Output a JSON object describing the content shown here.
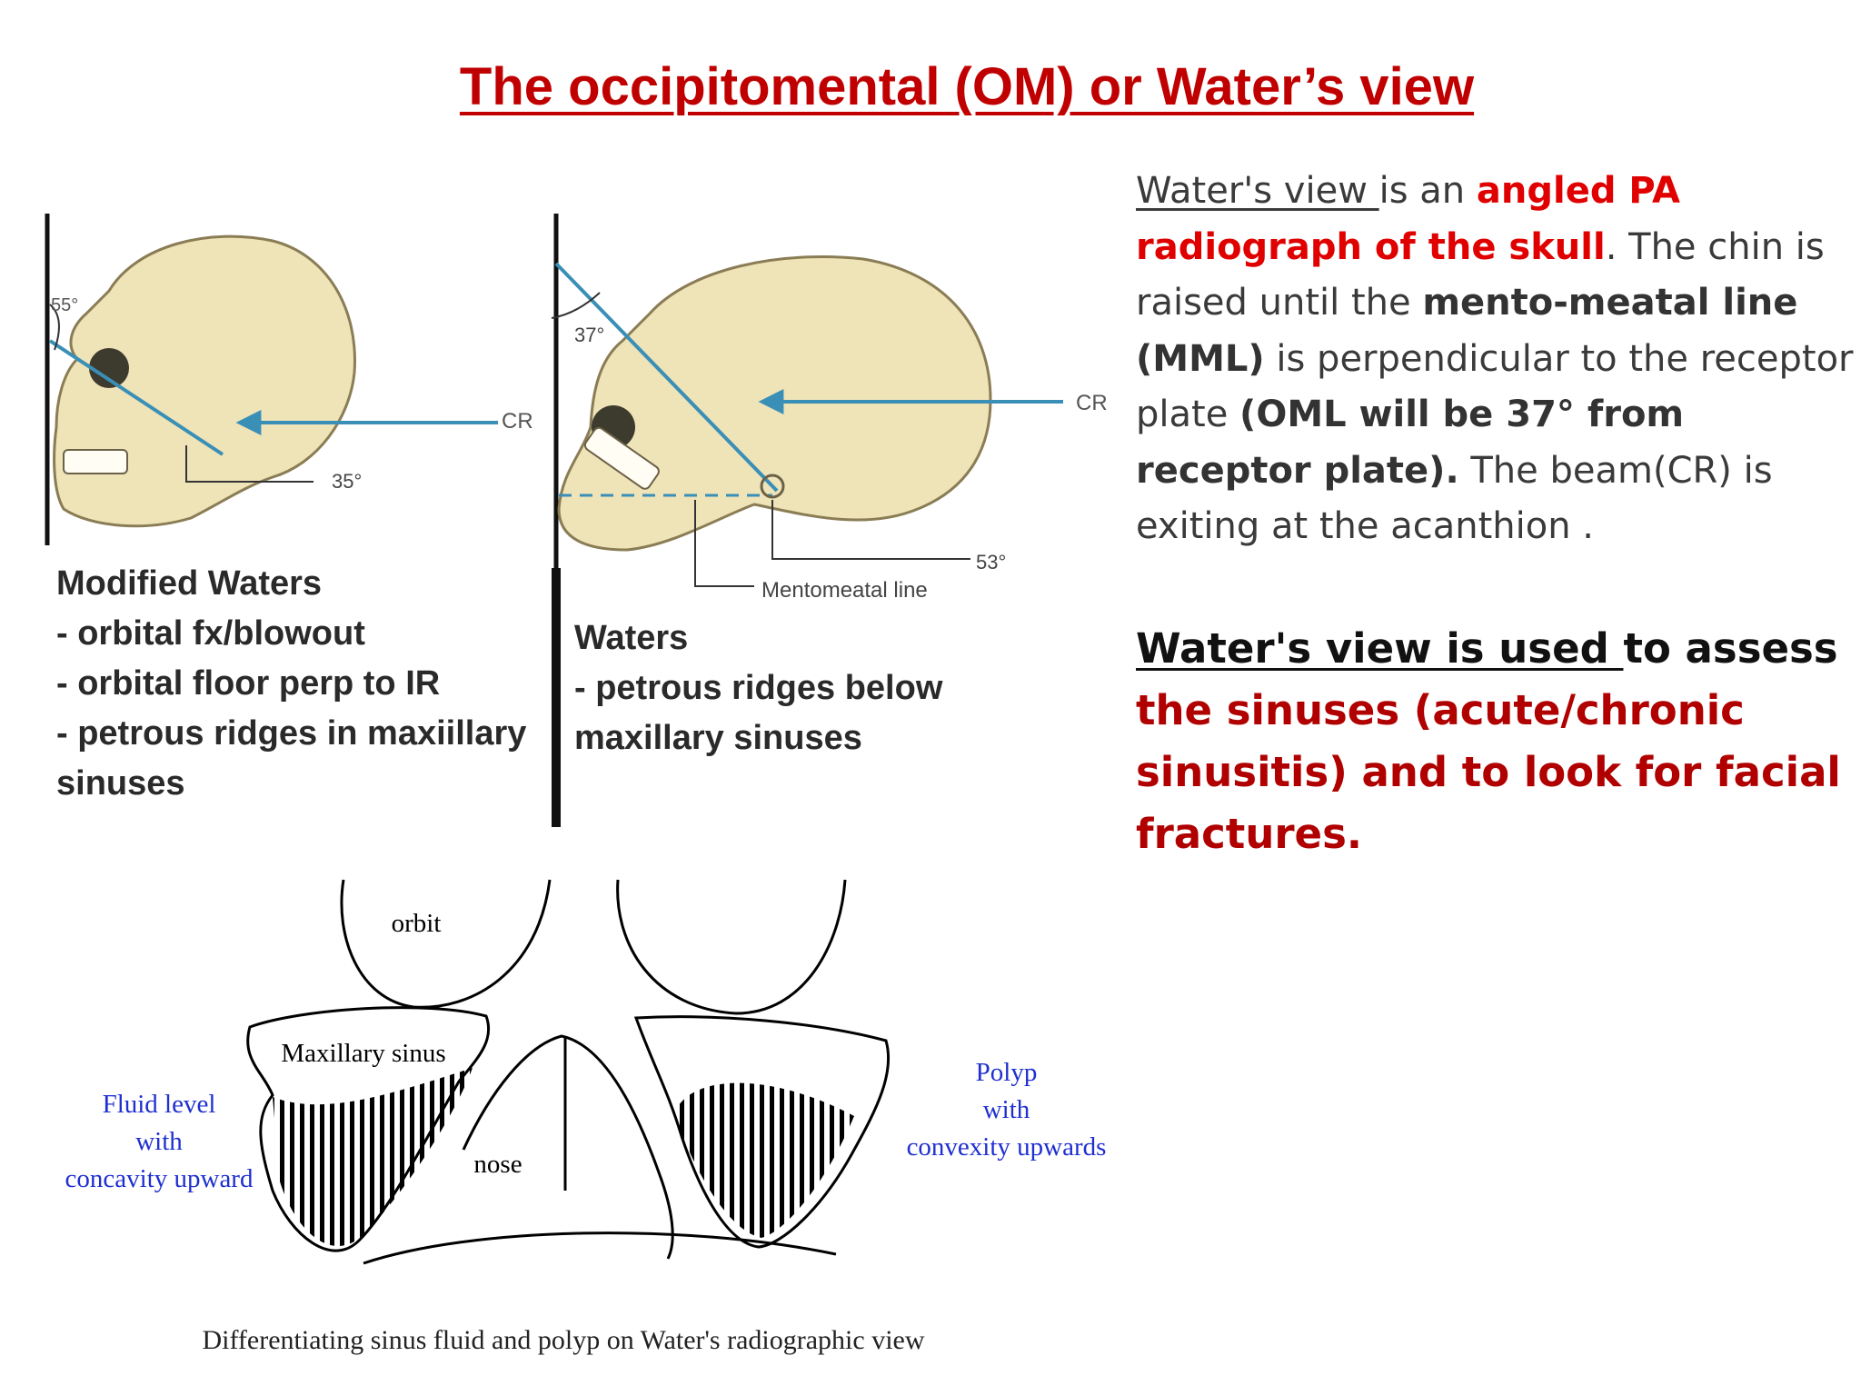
{
  "title": "The occipitomental (OM) or Water’s view",
  "description": {
    "term": "Water's view ",
    "t1": "is an ",
    "t2": "angled PA radiograph of the skull",
    "t3": ". The   chin is raised until the ",
    "t4": "mento-meatal line (MML)",
    "t5": " is perpendicular to the receptor plate ",
    "t6": "(OML will be 37° from receptor plate).",
    "t7": " The  beam(CR) is exiting at the acanthion ."
  },
  "usage": {
    "u1": "Water's view  is used ",
    "u2": "to assess ",
    "u3": "the sinuses (acute/chronic sinusitis) and to look for facial fractures."
  },
  "modified_waters": {
    "heading": "Modified Waters",
    "lines": [
      "- orbital fx/blowout",
      "- orbital floor perp to IR",
      "- petrous ridges in maxiillary sinuses"
    ],
    "angle_top": "55°",
    "angle_bottom": "35°",
    "cr": "CR"
  },
  "waters": {
    "heading": "Waters",
    "lines": [
      "- petrous ridges below maxillary sinuses"
    ],
    "angle_top": "37°",
    "angle_bottom": "53°",
    "cr": "CR",
    "mml": "Mentomeatal line"
  },
  "sinus_diagram": {
    "orbit": "orbit",
    "maxillary": "Maxillary sinus",
    "nose": "nose",
    "fluid": [
      "Fluid level",
      "with",
      "concavity upward"
    ],
    "polyp": [
      "Polyp",
      "with",
      "convexity upwards"
    ],
    "caption": "Differentiating sinus fluid and polyp on Water's radiographic view"
  },
  "colors": {
    "title": "#c00000",
    "accent_red": "#e00000",
    "dark_red": "#b00000",
    "beam": "#3a8fb7",
    "bone": "#efe3b8",
    "label_blue": "#1f2fd0"
  }
}
